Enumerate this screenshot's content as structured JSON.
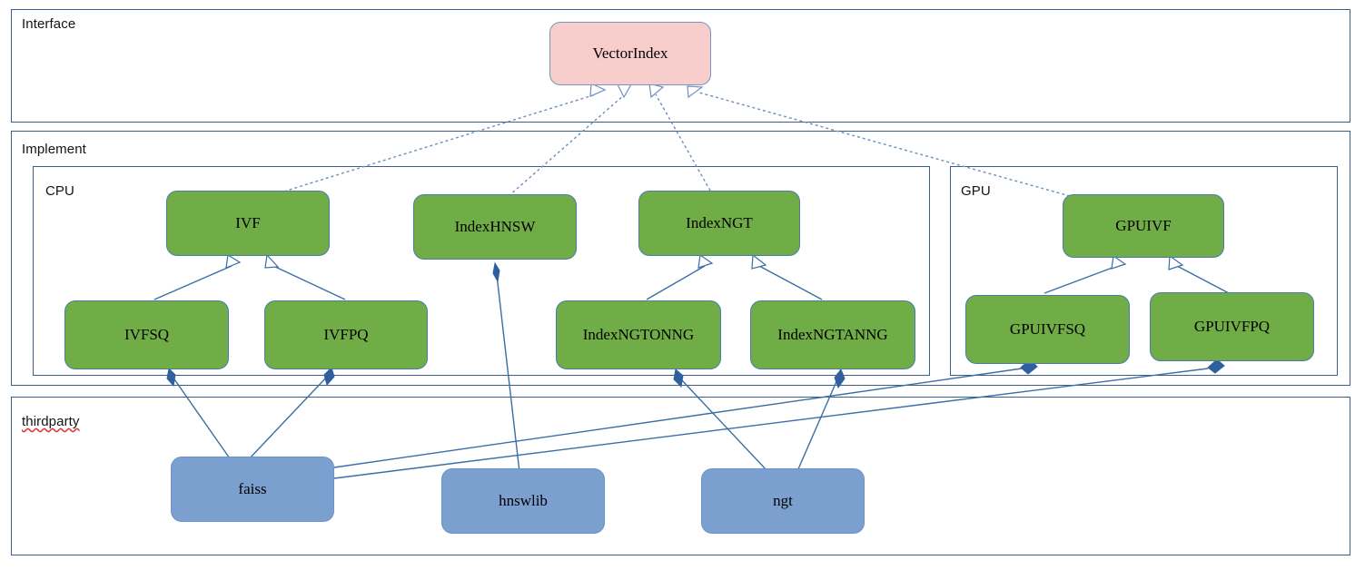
{
  "diagram": {
    "title_text": "",
    "colors": {
      "interface_fill": "#f8cecc",
      "implement_fill": "#70ad47",
      "thirdparty_fill": "#7ba0d0",
      "panel_border": "#3a5f8a",
      "edge_solid": "#3a6ea5",
      "edge_dashed": "#6b8fc0",
      "diamond": "#2f5f9e",
      "spellcheck_underline": "#e03030"
    }
  },
  "panels": {
    "interface": {
      "label": "Interface"
    },
    "implement": {
      "label": "Implement"
    },
    "cpu": {
      "label": "CPU"
    },
    "gpu": {
      "label": "GPU"
    },
    "thirdparty": {
      "label": "thirdparty"
    }
  },
  "nodes": {
    "vector_index": {
      "label": "VectorIndex"
    },
    "ivf": {
      "label": "IVF"
    },
    "index_hnsw": {
      "label": "IndexHNSW"
    },
    "index_ngt": {
      "label": "IndexNGT"
    },
    "gpuivf": {
      "label": "GPUIVF"
    },
    "ivfsq": {
      "label": "IVFSQ"
    },
    "ivfpq": {
      "label": "IVFPQ"
    },
    "index_ngtonng": {
      "label": "IndexNGTONNG"
    },
    "index_ngtanng": {
      "label": "IndexNGTANNG"
    },
    "gpuivfsq": {
      "label": "GPUIVFSQ"
    },
    "gpuivfpq": {
      "label": "GPUIVFPQ"
    },
    "faiss": {
      "label": "faiss"
    },
    "hnswlib": {
      "label": "hnswlib"
    },
    "ngt": {
      "label": "ngt"
    }
  },
  "edges": {
    "inheritance_to_vectorindex": [
      {
        "from": "ivf",
        "to": "vector_index",
        "style": "dashed-hollow-triangle"
      },
      {
        "from": "index_hnsw",
        "to": "vector_index",
        "style": "dashed-hollow-triangle"
      },
      {
        "from": "index_ngt",
        "to": "vector_index",
        "style": "dashed-hollow-triangle"
      },
      {
        "from": "gpuivf",
        "to": "vector_index",
        "style": "dashed-hollow-triangle"
      }
    ],
    "inheritance_solid": [
      {
        "from": "ivfsq",
        "to": "ivf",
        "style": "solid-hollow-triangle"
      },
      {
        "from": "ivfpq",
        "to": "ivf",
        "style": "solid-hollow-triangle"
      },
      {
        "from": "index_ngtonng",
        "to": "index_ngt",
        "style": "solid-hollow-triangle"
      },
      {
        "from": "index_ngtanng",
        "to": "index_ngt",
        "style": "solid-hollow-triangle"
      },
      {
        "from": "gpuivfsq",
        "to": "gpuivf",
        "style": "solid-hollow-triangle"
      },
      {
        "from": "gpuivfpq",
        "to": "gpuivf",
        "style": "solid-hollow-triangle"
      }
    ],
    "composition": [
      {
        "from": "faiss",
        "to": "ivfsq",
        "style": "solid-filled-diamond"
      },
      {
        "from": "faiss",
        "to": "ivfpq",
        "style": "solid-filled-diamond"
      },
      {
        "from": "faiss",
        "to": "gpuivfsq",
        "style": "solid-filled-diamond"
      },
      {
        "from": "faiss",
        "to": "gpuivfpq",
        "style": "solid-filled-diamond"
      },
      {
        "from": "hnswlib",
        "to": "index_hnsw",
        "style": "solid-filled-diamond"
      },
      {
        "from": "ngt",
        "to": "index_ngtonng",
        "style": "solid-filled-diamond"
      },
      {
        "from": "ngt",
        "to": "index_ngtanng",
        "style": "solid-filled-diamond"
      }
    ]
  }
}
